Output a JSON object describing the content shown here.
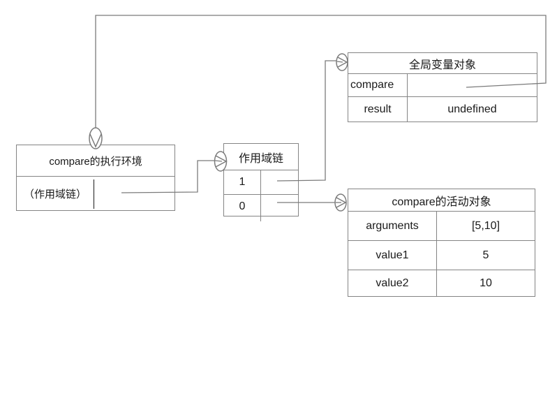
{
  "diagram": {
    "execution_env": {
      "title": "compare的执行环境",
      "scope_chain_label": "（作用域链）"
    },
    "scope_chain": {
      "title": "作用域链",
      "rows": [
        "1",
        "0"
      ]
    },
    "global_object": {
      "title": "全局变量对象",
      "rows": [
        {
          "name": "compare",
          "value": ""
        },
        {
          "name": "result",
          "value": "undefined"
        }
      ]
    },
    "activation_object": {
      "title": "compare的活动对象",
      "rows": [
        {
          "name": "arguments",
          "value": "[5,10]"
        },
        {
          "name": "value1",
          "value": "5"
        },
        {
          "name": "value2",
          "value": "10"
        }
      ]
    },
    "connectors": [
      {
        "icon": "offpage-connector-down-icon",
        "attached_to": "execution_env"
      },
      {
        "icon": "offpage-connector-right-icon",
        "attached_to": "scope_chain"
      },
      {
        "icon": "offpage-connector-right-icon",
        "attached_to": "global_object"
      },
      {
        "icon": "offpage-connector-right-icon",
        "attached_to": "activation_object"
      }
    ],
    "pointers": [
      {
        "from": "global_object.compare",
        "to": "execution_env"
      },
      {
        "from": "execution_env.scope_chain",
        "to": "scope_chain"
      },
      {
        "from": "scope_chain.1",
        "to": "global_object"
      },
      {
        "from": "scope_chain.0",
        "to": "activation_object"
      }
    ],
    "colors": {
      "line": "#7b7b7b",
      "border": "#848484",
      "text": "#1a1a1a",
      "background": "#ffffff"
    }
  }
}
